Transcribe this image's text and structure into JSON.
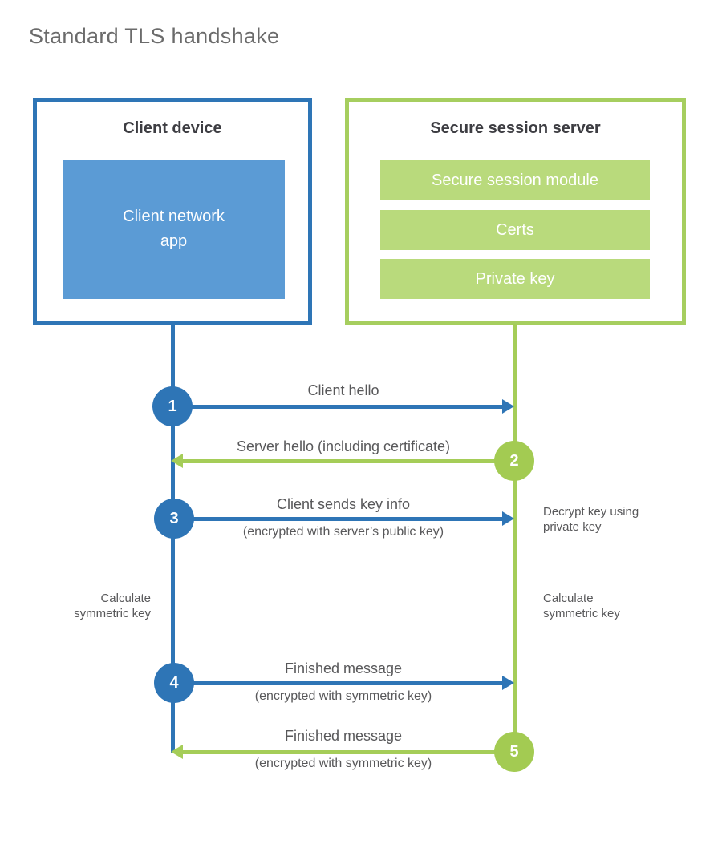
{
  "title": "Standard TLS handshake",
  "colors": {
    "blue": "#2e75b6",
    "blue_fill": "#5b9bd5",
    "green": "#a5cd58",
    "green_fill": "#b9da7c",
    "label_gray": "#58585a",
    "title_gray": "#6b6b6b"
  },
  "client_box": {
    "title": "Client device",
    "app_line1": "Client network",
    "app_line2": "app"
  },
  "server_box": {
    "title": "Secure session server",
    "modules": [
      "Secure session module",
      "Certs",
      "Private key"
    ]
  },
  "steps": [
    {
      "number": "1",
      "label": "Client hello",
      "sublabel": "",
      "direction": "right",
      "color": "blue"
    },
    {
      "number": "2",
      "label": "Server hello (including certificate)",
      "sublabel": "",
      "direction": "left",
      "color": "green"
    },
    {
      "number": "3",
      "label": "Client sends key info",
      "sublabel": "(encrypted with server’s public key)",
      "direction": "right",
      "color": "blue"
    },
    {
      "number": "4",
      "label": "Finished message",
      "sublabel": "(encrypted with symmetric key)",
      "direction": "right",
      "color": "blue"
    },
    {
      "number": "5",
      "label": "Finished message",
      "sublabel": "(encrypted with symmetric key)",
      "direction": "left",
      "color": "green"
    }
  ],
  "notes": {
    "decrypt": "Decrypt key using private key",
    "calc_left": "Calculate symmetric key",
    "calc_right": "Calculate symmetric key"
  }
}
